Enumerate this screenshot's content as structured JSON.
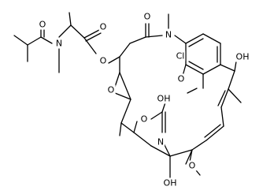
{
  "molecule": {
    "atom_labels": {
      "ester_o": "O",
      "ester_carbonyl_o": "O",
      "amide1_o": "O",
      "amide1_n": "N",
      "epoxide_o": "O",
      "lactam_o": "O",
      "lactam_n": "N",
      "chloro": "Cl",
      "methoxy_aryl": "O",
      "hydroxyl_top": "OH",
      "carbinol_o": "O",
      "carbinol_oh": "OH",
      "carbinol_n": "N",
      "hydroxyl_bottom": "OH",
      "methoxy_bottom": "O"
    }
  }
}
